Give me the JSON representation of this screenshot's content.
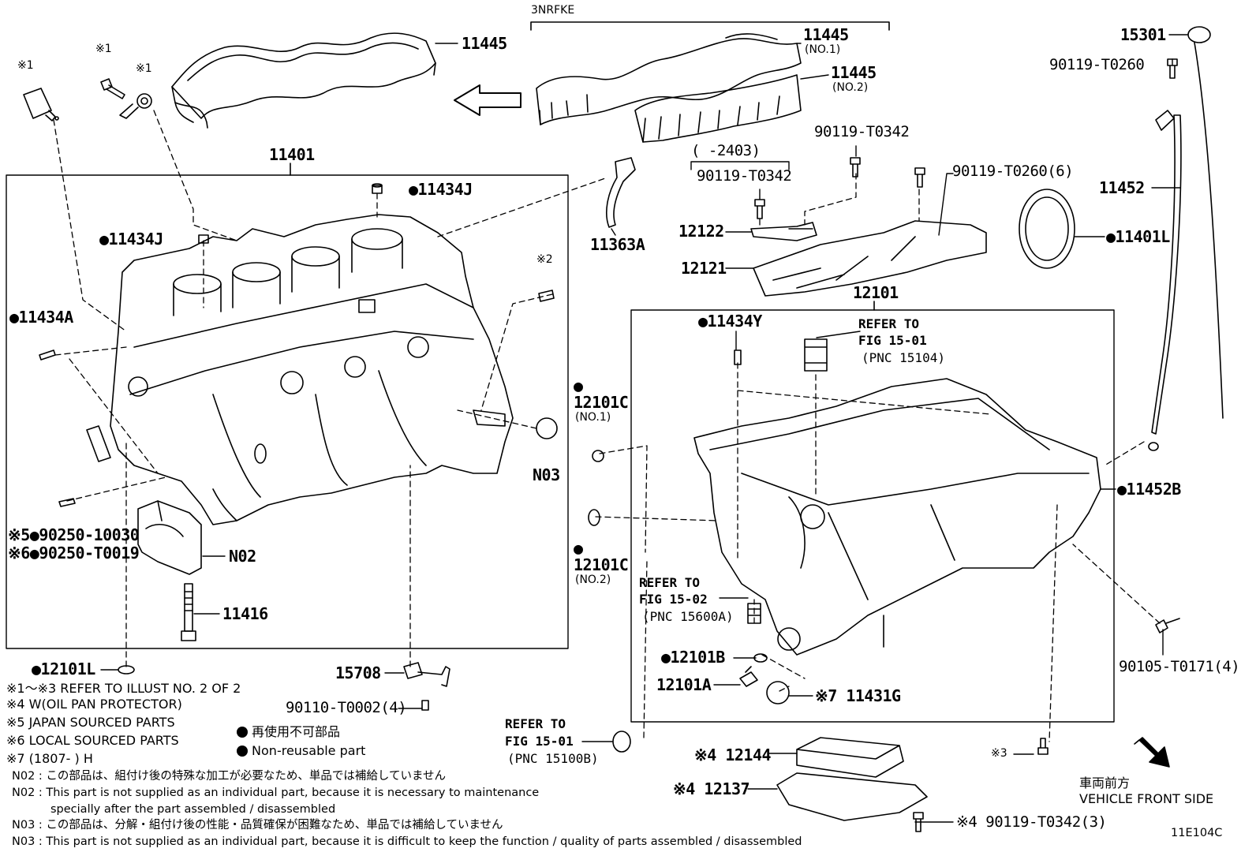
{
  "labels": {
    "variant": "3NRFKE",
    "gasket_main": "11445",
    "gasket_no1": "11445",
    "gasket_no1_sub": "(NO.1)",
    "gasket_no2": "11445",
    "gasket_no2_sub": "(NO.2)",
    "block": "11401",
    "pin_11434J_a": "●11434J",
    "pin_11434J_b": "●11434J",
    "pin_11434A": "●11434A",
    "mark1_a": "※1",
    "mark1_b": "※1",
    "mark1_c": "※1",
    "mark2": "※2",
    "part_11363A": "11363A",
    "date_range": "(      -2403)",
    "bolt_90119_T0342_a": "90119-T0342",
    "bolt_90119_T0342_b": "90119-T0342",
    "bolt_90119_T0260_6": "90119-T0260(6)",
    "part_12122": "12122",
    "part_12121": "12121",
    "dipstick": "15301",
    "bolt_90119_T0260": "90119-T0260",
    "guide_11452": "11452",
    "seal_11401L": "●11401L",
    "oring_11452B": "●11452B",
    "oil_pan": "12101",
    "pin_11434Y": "●11434Y",
    "ref1_a": "REFER TO",
    "ref1_b": "FIG 15-01",
    "ref1_c": "(PNC 15104)",
    "oring_12101C_1": "●",
    "oring_12101C_1b": "12101C",
    "oring_12101C_1c": "(NO.1)",
    "oring_12101C_2": "●",
    "oring_12101C_2b": "12101C",
    "oring_12101C_2c": "(NO.2)",
    "plug_N03": "N03",
    "ref2_a": "REFER TO",
    "ref2_b": "FIG 15-02",
    "ref2_c": "(PNC 15600A)",
    "gasket_12101B": "●12101B",
    "drain_12101A": "12101A",
    "plug_11431G": "※7 11431G",
    "bolt_90105": "90105-T0171(4)",
    "washer_12101L": "●12101L",
    "bolt_90250_10030": "※5●90250-10030",
    "bolt_90250_T0019": "※6●90250-T0019",
    "cap_N02": "N02",
    "bolt_11416": "11416",
    "switch_15708": "15708",
    "bolt_90110": "90110-T0002(4)",
    "ref3_a": "REFER TO",
    "ref3_b": "FIG 15-01",
    "ref3_c": "(PNC 15100B)",
    "plate_12144": "※4 12144",
    "protector_12137": "※4 12137",
    "bolt_90119_T0342_3": "※4 90119-T0342(3)",
    "mark3": "※3",
    "front_jp": "車両前方",
    "front_en": "VEHICLE FRONT SIDE",
    "fig_code": "11E104C"
  },
  "notes": {
    "n1": "※1～※3  REFER TO ILLUST NO. 2 OF 2",
    "n2": "※4 W(OIL PAN PROTECTOR)",
    "n3": "※5 JAPAN SOURCED PARTS",
    "n4": "※6 LOCAL SOURCED PARTS",
    "n5": "※7 (1807-        ) H",
    "legend_jp": "● 再使用不可部品",
    "legend_en": "● Non-reusable part",
    "n02_jp": "N02 : この部品は、組付け後の特殊な加工が必要なため、単品では補給していません",
    "n02_en1": "N02 : This part is not supplied as an individual part, because it is necessary to maintenance",
    "n02_en2": "specially after the part assembled / disassembled",
    "n03_jp": "N03 : この部品は、分解・組付け後の性能・品質確保が困難なため、単品では補給していません",
    "n03_en": "N03 : This part is not supplied as an individual part, because it is difficult to keep the function / quality of parts  assembled / disassembled"
  }
}
